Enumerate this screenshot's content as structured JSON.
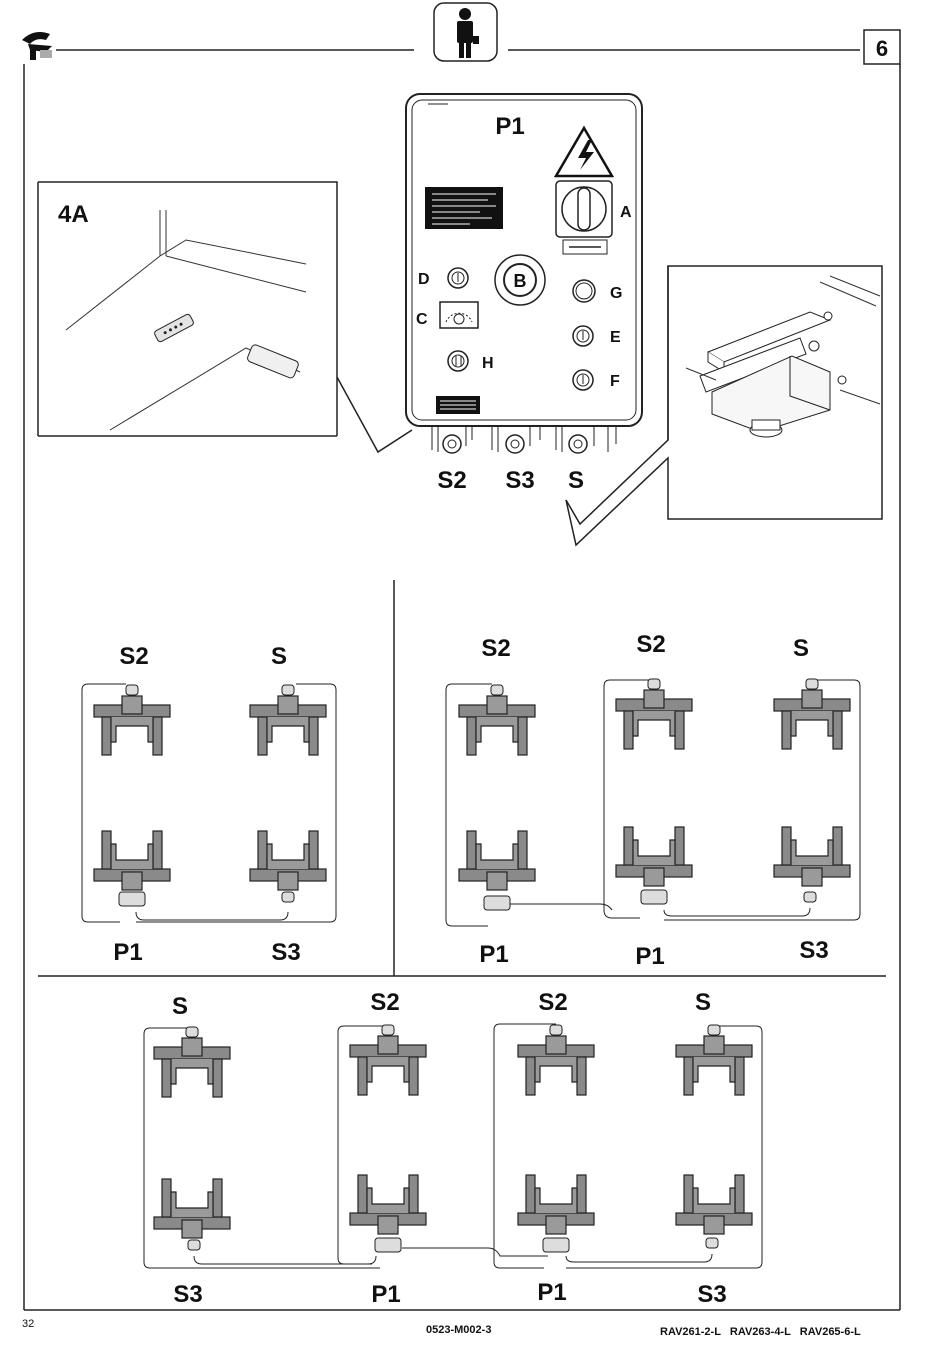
{
  "header": {
    "section_number": "6",
    "logo_icon": "rav-logo",
    "operator_icon": "operator-icon"
  },
  "control_box": {
    "title": "P1",
    "labels": {
      "A": "A",
      "B": "B",
      "C": "C",
      "D": "D",
      "E": "E",
      "F": "F",
      "G": "G",
      "H": "H"
    },
    "sockets": [
      "S2",
      "S3",
      "S"
    ]
  },
  "detail": {
    "label": "4A"
  },
  "layout_2": {
    "top": [
      "S2",
      "S"
    ],
    "bottom": [
      "P1",
      "S3"
    ]
  },
  "layout_4": {
    "top": [
      "S2",
      "S2",
      "S"
    ],
    "bottom": [
      "P1",
      "P1",
      "S3"
    ]
  },
  "layout_6": {
    "top": [
      "S",
      "S2",
      "S2",
      "S"
    ],
    "bottom": [
      "S3",
      "P1",
      "P1",
      "S3"
    ]
  },
  "footer": {
    "page_number": "32",
    "doc_code": "0523-M002-3",
    "models": "RAV261-2-L   RAV263-4-L   RAV265-6-L"
  }
}
